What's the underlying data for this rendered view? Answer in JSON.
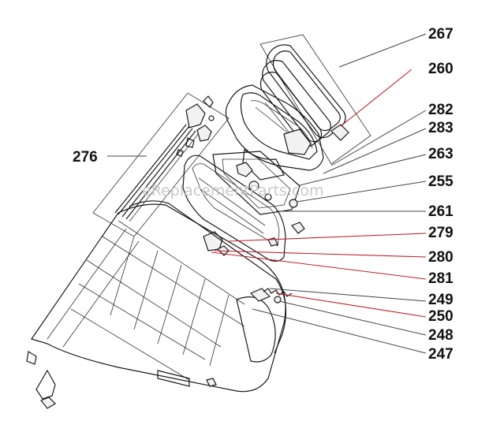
{
  "watermark": "eReplacementParts.com",
  "callouts": [
    {
      "id": "267",
      "label": "267",
      "leader_color": "#444444"
    },
    {
      "id": "260",
      "label": "260",
      "leader_color": "#c0202a"
    },
    {
      "id": "282",
      "label": "282",
      "leader_color": "#444444"
    },
    {
      "id": "283",
      "label": "283",
      "leader_color": "#444444"
    },
    {
      "id": "263",
      "label": "263",
      "leader_color": "#444444"
    },
    {
      "id": "255",
      "label": "255",
      "leader_color": "#444444"
    },
    {
      "id": "261",
      "label": "261",
      "leader_color": "#444444"
    },
    {
      "id": "279",
      "label": "279",
      "leader_color": "#c0202a"
    },
    {
      "id": "280",
      "label": "280",
      "leader_color": "#c0202a"
    },
    {
      "id": "281",
      "label": "281",
      "leader_color": "#c0202a"
    },
    {
      "id": "249",
      "label": "249",
      "leader_color": "#444444"
    },
    {
      "id": "250",
      "label": "250",
      "leader_color": "#c0202a"
    },
    {
      "id": "248",
      "label": "248",
      "leader_color": "#444444"
    },
    {
      "id": "247",
      "label": "247",
      "leader_color": "#444444"
    },
    {
      "id": "276",
      "label": "276",
      "leader_color": "#444444"
    }
  ]
}
